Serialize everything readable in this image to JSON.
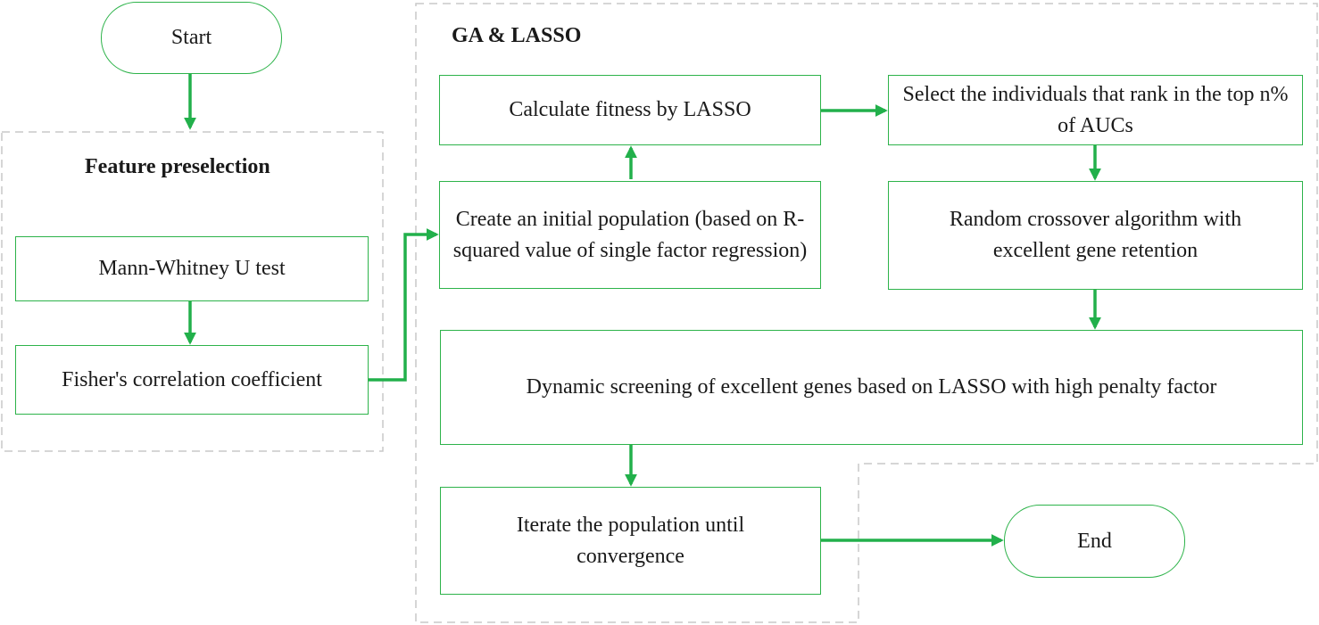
{
  "groups": {
    "feature_preselection": {
      "title": "Feature preselection"
    },
    "ga_lasso": {
      "title": "GA & LASSO"
    }
  },
  "nodes": {
    "start": "Start",
    "mann_whitney": "Mann-Whitney U test",
    "fisher": "Fisher's correlation coefficient",
    "initial_population": "Create an initial population (based on R-squared value of single factor regression)",
    "calculate_fitness": "Calculate fitness by LASSO",
    "select_individuals": "Select the individuals that rank in the top n% of AUCs",
    "random_crossover": "Random crossover algorithm with excellent gene retention",
    "dynamic_screening": "Dynamic screening of excellent genes based on LASSO with high penalty factor",
    "iterate": "Iterate the population until convergence",
    "end": "End"
  },
  "colors": {
    "node_border": "#2db34a",
    "arrow": "#22b04b",
    "group_border": "#c8c8c8"
  }
}
